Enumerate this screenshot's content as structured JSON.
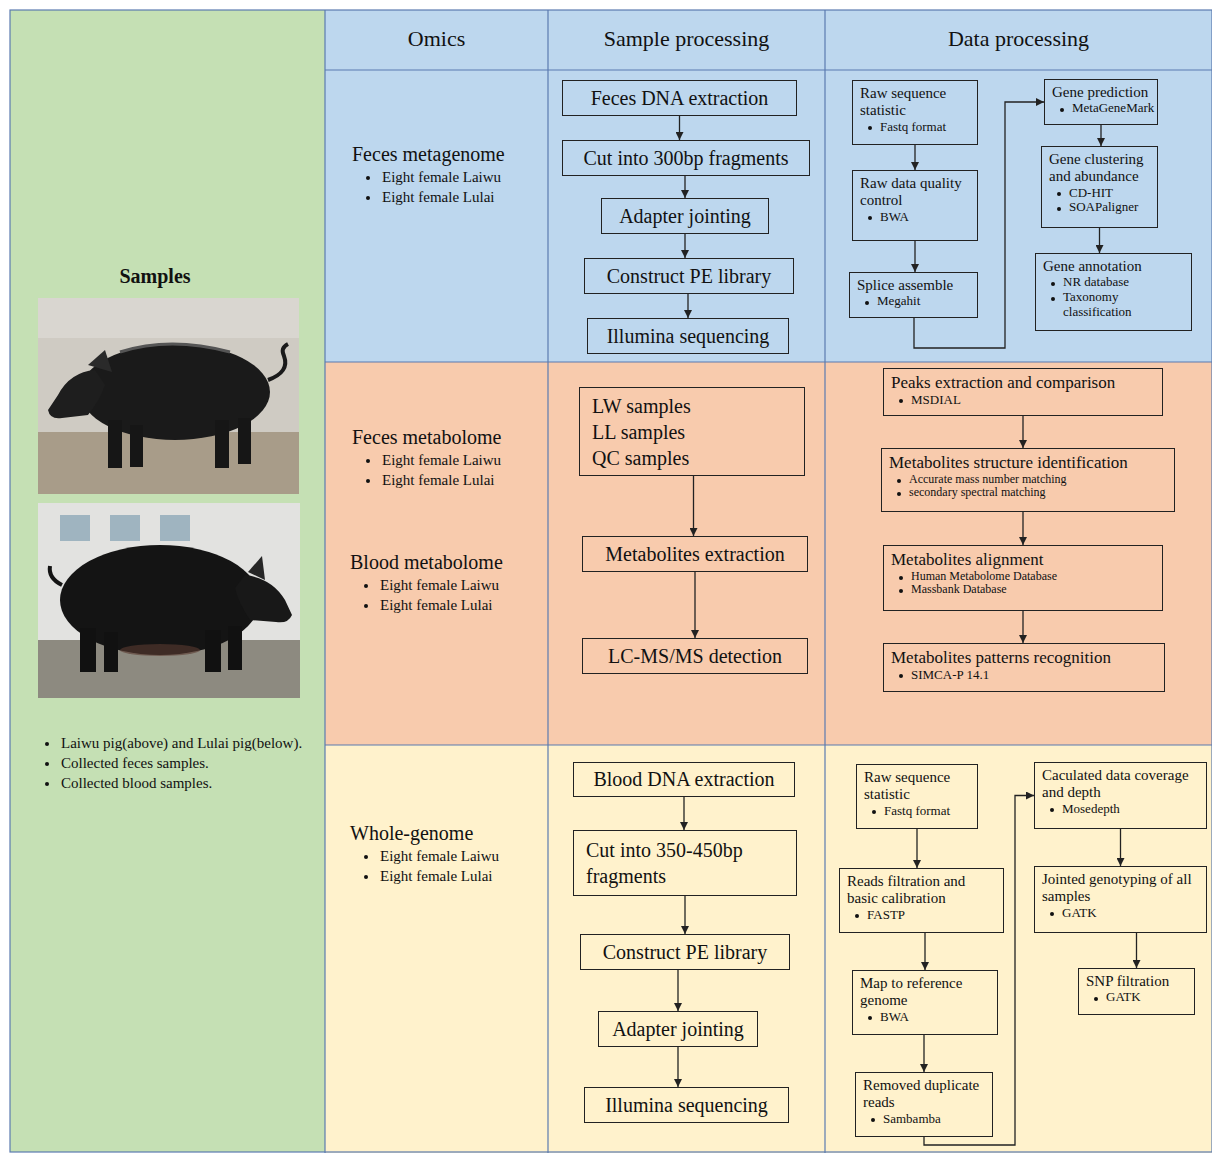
{
  "diagram": {
    "nodes": [
      {
        "text": [
          "Samples",
          "Laiwu pig(above) and Lulai pig(below).",
          "Collected feces samples.",
          "Collected blood samples."
        ]
      },
      {
        "text": [
          "Feces metagenome",
          "Eight female Laiwu",
          "Eight female Lulai"
        ]
      },
      {
        "text": [
          "Feces DNA extraction"
        ],
        "in": 1
      },
      {
        "text": [
          "Cut into 300bp fragments"
        ],
        "in": 1
      },
      {
        "text": [
          "Adapter jointing"
        ],
        "in": 1
      },
      {
        "text": [
          "Construct PE library"
        ],
        "in": 1
      },
      {
        "text": [
          "Illumina sequencing"
        ],
        "in": 1
      },
      {
        "text": [
          "Raw sequence statistic",
          "Fastq format"
        ],
        "in": 1
      },
      {
        "text": [
          "Raw data quality control",
          "BWA"
        ],
        "in": 1
      },
      {
        "text": [
          "Splice assemble",
          "Megahit"
        ],
        "in": 1
      },
      {
        "text": [
          "Gene prediction",
          "MetaGeneMark"
        ],
        "in": 1
      },
      {
        "text": [
          "Gene clustering and abundance",
          "CD-HIT",
          "SOAPaligner"
        ],
        "in": 1
      },
      {
        "text": [
          "Gene annotation",
          "NR database",
          "Taxonomy classification"
        ],
        "in": 1
      },
      {
        "text": [
          "Feces metabolome",
          "Eight female Laiwu",
          "Eight female Lulai",
          "Blood metabolome",
          "Eight female Laiwu",
          "Eight female Lulai"
        ]
      },
      {
        "text": [
          "LW samples",
          "LL samples",
          "QC samples"
        ],
        "in": 13
      },
      {
        "text": [
          "Metabolites extraction"
        ],
        "in": 13
      },
      {
        "text": [
          "LC-MS/MS detection"
        ],
        "in": 13
      },
      {
        "text": [
          "Peaks extraction and comparison",
          "MSDIAL"
        ],
        "in": 13
      },
      {
        "text": [
          "Metabolites structure identification",
          "Accurate mass number matching",
          "secondary spectral matching"
        ],
        "in": 13
      },
      {
        "text": [
          "Metabolites alignment",
          "Human Metabolome Database",
          "Massbank Database"
        ],
        "in": 13
      },
      {
        "text": [
          "Metabolites patterns recognition",
          "SIMCA-P 14.1"
        ],
        "in": 13
      },
      {
        "text": [
          "Whole-genome",
          "Eight female Laiwu",
          "Eight female Lulai"
        ]
      },
      {
        "text": [
          "Blood DNA extraction"
        ],
        "in": 21
      },
      {
        "text": [
          "Cut into 350-450bp fragments"
        ],
        "in": 21
      },
      {
        "text": [
          "Construct PE library"
        ],
        "in": 21
      },
      {
        "text": [
          "Adapter jointing"
        ],
        "in": 21
      },
      {
        "text": [
          "Illumina sequencing"
        ],
        "in": 21
      },
      {
        "text": [
          "Raw sequence statistic",
          "Fastq format"
        ],
        "in": 21
      },
      {
        "text": [
          "Reads filtration and basic calibration",
          "FASTP"
        ],
        "in": 21
      },
      {
        "text": [
          "Map to reference genome",
          "BWA"
        ],
        "in": 21
      },
      {
        "text": [
          "Removed duplicate reads",
          "Sambamba"
        ],
        "in": 21
      },
      {
        "text": [
          "Caculated data coverage and depth",
          "Mosedepth"
        ],
        "in": 21
      },
      {
        "text": [
          "Jointed genotyping of all samples",
          "GATK"
        ],
        "in": 21
      },
      {
        "text": [
          "SNP filtration",
          "GATK"
        ],
        "in": 21
      }
    ],
    "edges": [
      {
        "from": 2,
        "to": 3,
        "arrow": "to"
      },
      {
        "from": 3,
        "to": 4,
        "arrow": "to"
      },
      {
        "from": 4,
        "to": 5,
        "arrow": "to"
      },
      {
        "from": 5,
        "to": 6,
        "arrow": "to"
      },
      {
        "from": 7,
        "to": 8,
        "arrow": "to"
      },
      {
        "from": 8,
        "to": 9,
        "arrow": "to"
      },
      {
        "from": 9,
        "to": 10,
        "arrow": "to"
      },
      {
        "from": 10,
        "to": 11,
        "arrow": "to"
      },
      {
        "from": 11,
        "to": 12,
        "arrow": "to"
      },
      {
        "from": 14,
        "to": 15,
        "arrow": "to"
      },
      {
        "from": 15,
        "to": 16,
        "arrow": "to"
      },
      {
        "from": 17,
        "to": 18,
        "arrow": "to"
      },
      {
        "from": 18,
        "to": 19,
        "arrow": "to"
      },
      {
        "from": 19,
        "to": 20,
        "arrow": "to"
      },
      {
        "from": 22,
        "to": 23,
        "arrow": "to"
      },
      {
        "from": 23,
        "to": 24,
        "arrow": "to"
      },
      {
        "from": 24,
        "to": 25,
        "arrow": "to"
      },
      {
        "from": 25,
        "to": 26,
        "arrow": "to"
      },
      {
        "from": 27,
        "to": 28,
        "arrow": "to"
      },
      {
        "from": 28,
        "to": 29,
        "arrow": "to"
      },
      {
        "from": 29,
        "to": 30,
        "arrow": "to"
      },
      {
        "from": 30,
        "to": 31,
        "arrow": "to"
      },
      {
        "from": 31,
        "to": 32,
        "arrow": "to"
      },
      {
        "from": 32,
        "to": 33,
        "arrow": "to"
      }
    ],
    "labels": [
      "Omics",
      "Sample processing",
      "Data processing"
    ]
  }
}
